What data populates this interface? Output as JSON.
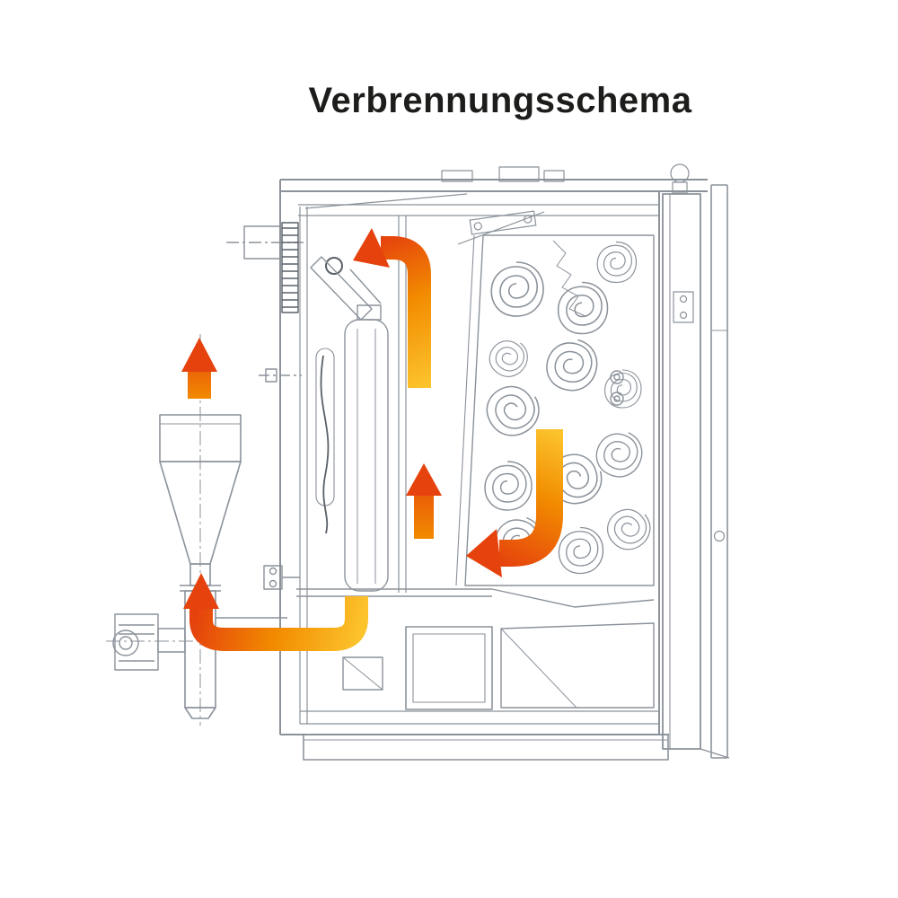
{
  "title": "Verbrennungsschema",
  "colors": {
    "ink": "#1d1d1b",
    "line": "#8b929a",
    "line_dark": "#5a6068",
    "arrow_yellow": "#fcc32c",
    "arrow_orange": "#f28b00",
    "arrow_red": "#e5420d"
  },
  "diagram": {
    "kind": "boiler combustion schematic",
    "arrows": [
      {
        "name": "flue-riser-arrow",
        "direction": "up-then-left"
      },
      {
        "name": "mid-chamber-arrow",
        "direction": "up"
      },
      {
        "name": "heat-exchanger-arrow",
        "direction": "down-then-left"
      },
      {
        "name": "bottom-duct-arrow",
        "direction": "left-then-up"
      },
      {
        "name": "cyclone-exhaust-arrow",
        "direction": "up"
      }
    ]
  }
}
